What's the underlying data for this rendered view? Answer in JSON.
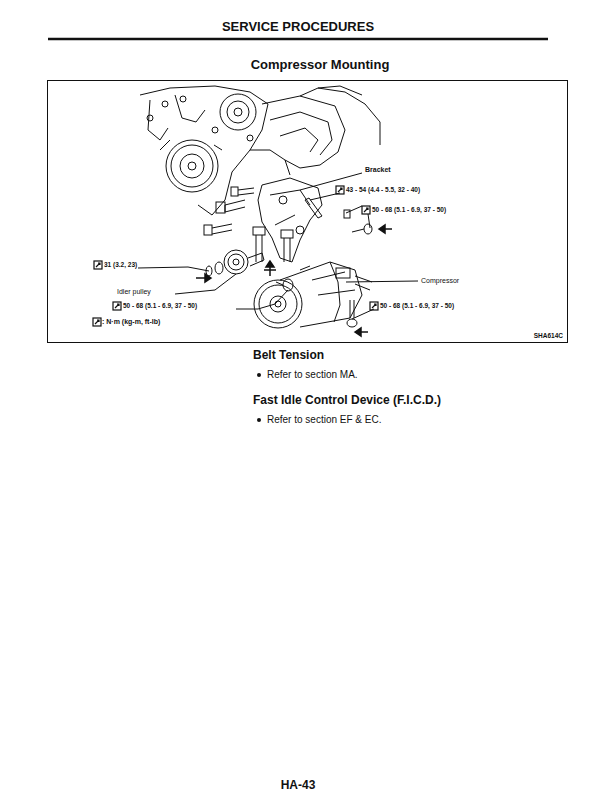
{
  "diagram": {
    "title": "Compressor Mounting",
    "labels": [
      "SERVICE PROCEDURES",
      "Bracket",
      "43 - 54 (4.4 - 5.5, 32 - 40)",
      "50 - 68 (5.1 - 6.9, 37 - 50)",
      "31 (3.2, 23)",
      "Idler pulley",
      "50 - 68 (5.1 - 6.9, 37 - 50)",
      "Compressor",
      "50 - 68 (5.1 - 6.9, 37 - 50)",
      ": N·m (kg-m, ft-lb)",
      "SHA614C",
      "Belt Tension",
      "Refer to section MA.",
      "Fast Idle Control Device (F.I.C.D.)",
      "Refer to section EF & EC.",
      "HA-43"
    ]
  }
}
